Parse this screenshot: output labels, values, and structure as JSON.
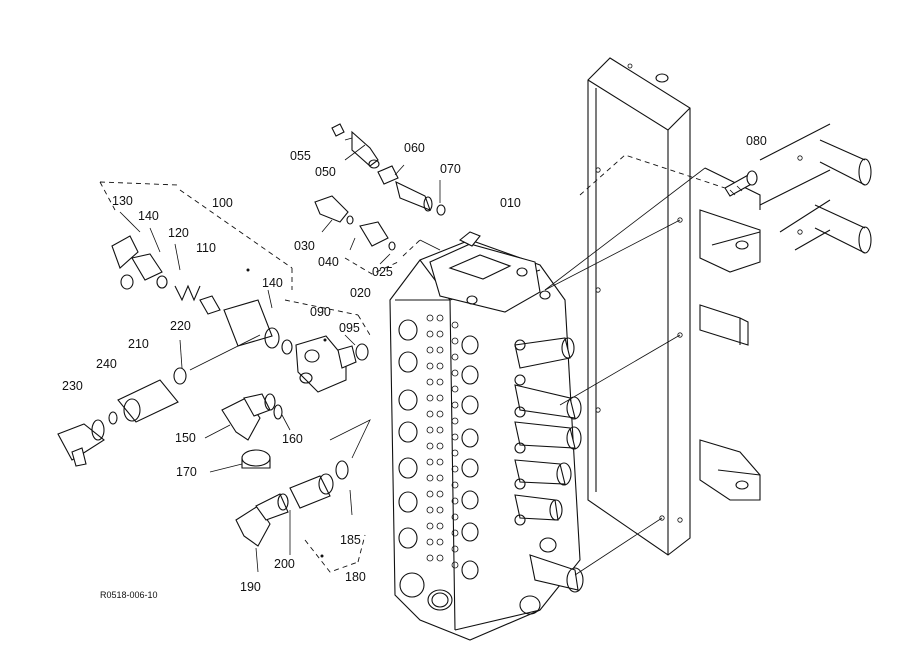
{
  "figure": {
    "reference_code": "R0518-006-10"
  },
  "parts": [
    {
      "id": "p010",
      "label": "010"
    },
    {
      "id": "p020",
      "label": "020"
    },
    {
      "id": "p025",
      "label": "025"
    },
    {
      "id": "p030",
      "label": "030"
    },
    {
      "id": "p040",
      "label": "040"
    },
    {
      "id": "p050",
      "label": "050"
    },
    {
      "id": "p055",
      "label": "055"
    },
    {
      "id": "p060",
      "label": "060"
    },
    {
      "id": "p070",
      "label": "070"
    },
    {
      "id": "p080",
      "label": "080"
    },
    {
      "id": "p090",
      "label": "090"
    },
    {
      "id": "p095",
      "label": "095"
    },
    {
      "id": "p100",
      "label": "100"
    },
    {
      "id": "p110",
      "label": "110"
    },
    {
      "id": "p120",
      "label": "120"
    },
    {
      "id": "p130",
      "label": "130"
    },
    {
      "id": "p140a",
      "label": "140"
    },
    {
      "id": "p140b",
      "label": "140"
    },
    {
      "id": "p150",
      "label": "150"
    },
    {
      "id": "p160",
      "label": "160"
    },
    {
      "id": "p170",
      "label": "170"
    },
    {
      "id": "p180",
      "label": "180"
    },
    {
      "id": "p185",
      "label": "185"
    },
    {
      "id": "p190",
      "label": "190"
    },
    {
      "id": "p200",
      "label": "200"
    },
    {
      "id": "p210",
      "label": "210"
    },
    {
      "id": "p220",
      "label": "220"
    },
    {
      "id": "p230",
      "label": "230"
    },
    {
      "id": "p240",
      "label": "240"
    }
  ]
}
